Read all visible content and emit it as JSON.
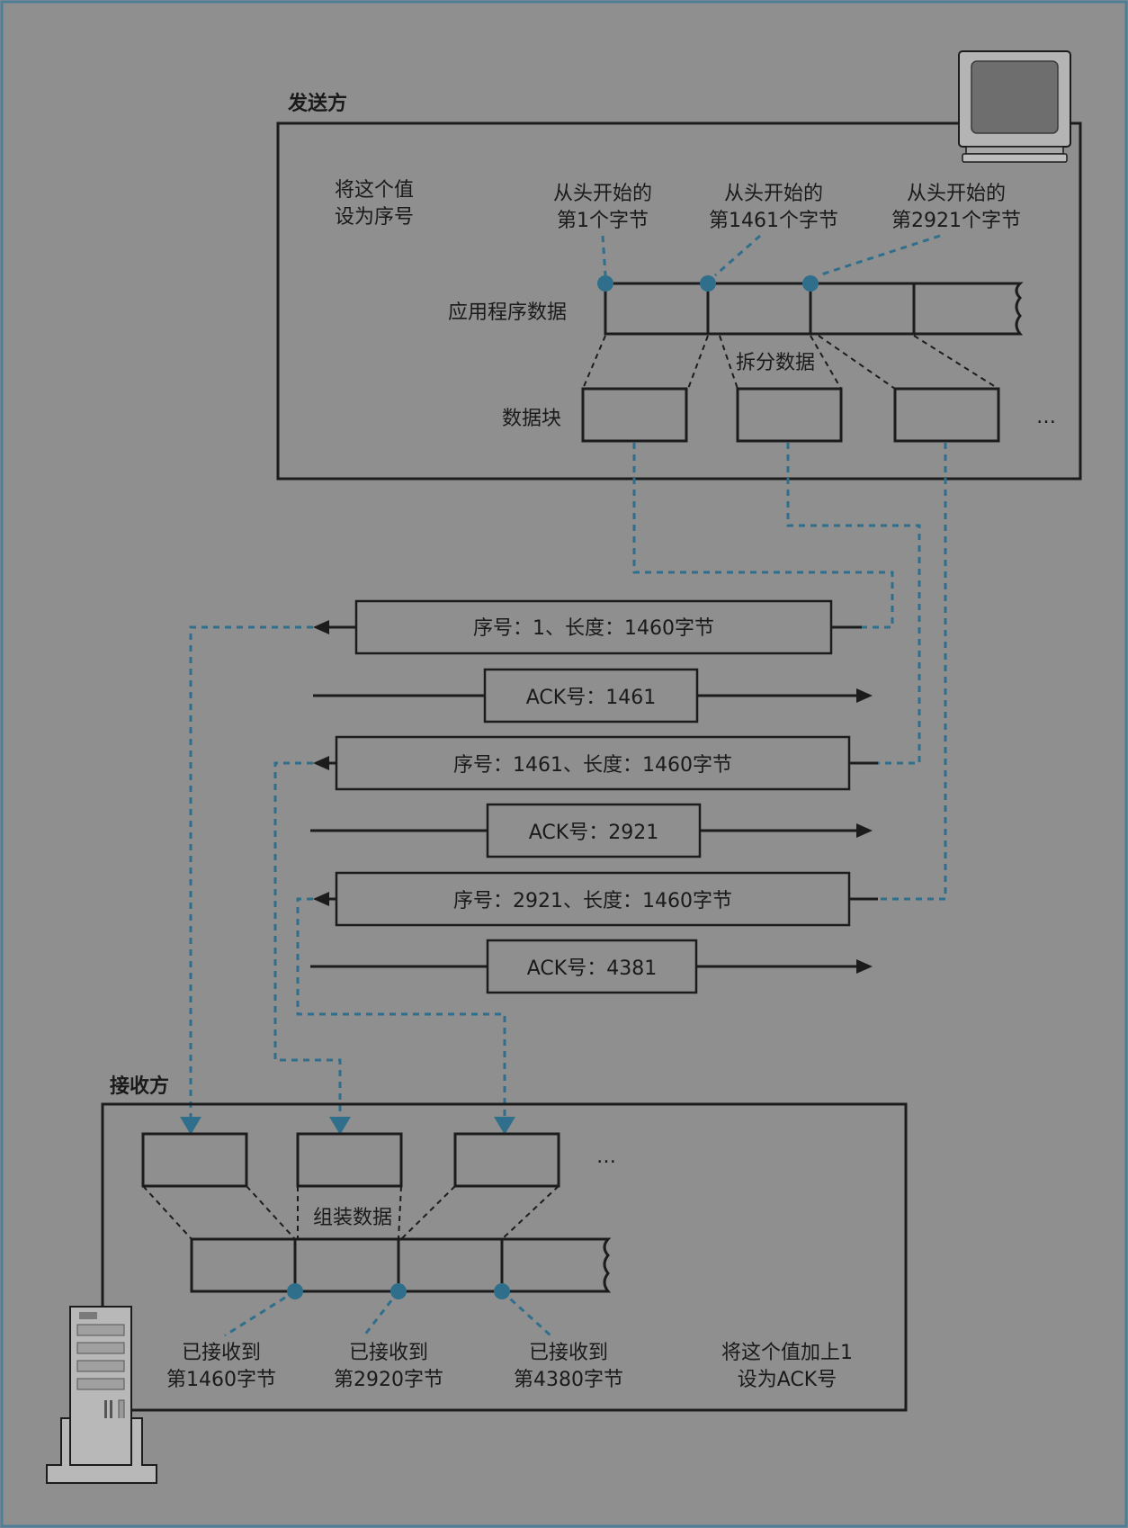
{
  "sender": {
    "title": "发送方",
    "note": [
      "将这个值",
      "设为序号"
    ],
    "app_data_label": "应用程序数据",
    "split_label": "拆分数据",
    "blocks_label": "数据块",
    "ellipsis": "…",
    "byte_labels": [
      [
        "从头开始的",
        "第1个字节"
      ],
      [
        "从头开始的",
        "第1461个字节"
      ],
      [
        "从头开始的",
        "第2921个字节"
      ]
    ]
  },
  "messages": [
    {
      "text": "序号：1、长度：1460字节",
      "direction": "to-receiver"
    },
    {
      "text": "ACK号：1461",
      "direction": "to-sender"
    },
    {
      "text": "序号：1461、长度：1460字节",
      "direction": "to-receiver"
    },
    {
      "text": "ACK号：2921",
      "direction": "to-sender"
    },
    {
      "text": "序号：2921、长度：1460字节",
      "direction": "to-receiver"
    },
    {
      "text": "ACK号：4381",
      "direction": "to-sender"
    }
  ],
  "receiver": {
    "title": "接收方",
    "assemble_label": "组装数据",
    "ellipsis": "…",
    "received_labels": [
      [
        "已接收到",
        "第1460字节"
      ],
      [
        "已接收到",
        "第2920字节"
      ],
      [
        "已接收到",
        "第4380字节"
      ]
    ],
    "note": [
      "将这个值加上1",
      "设为ACK号"
    ]
  },
  "icons": [
    "monitor-icon",
    "server-icon"
  ],
  "colors": {
    "background": "#8f8f8f",
    "line": "#1c1c1c",
    "accent_blue": "#2f6f8c",
    "text": "#1a1a1a"
  }
}
